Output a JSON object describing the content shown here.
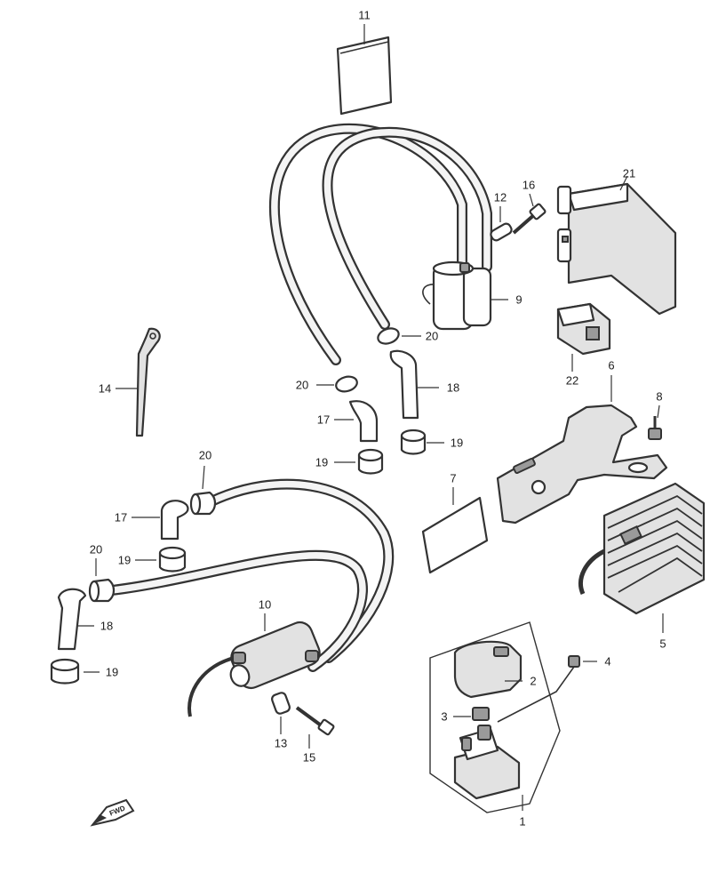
{
  "callouts": {
    "c1": "1",
    "c2": "2",
    "c3": "3",
    "c4": "4",
    "c5": "5",
    "c6": "6",
    "c7": "7",
    "c8": "8",
    "c9": "9",
    "c10": "10",
    "c11": "11",
    "c12": "12",
    "c13": "13",
    "c14": "14",
    "c15": "15",
    "c16": "16",
    "c17a": "17",
    "c17b": "17",
    "c18a": "18",
    "c18b": "18",
    "c19a": "19",
    "c19b": "19",
    "c19c": "19",
    "c19d": "19",
    "c20a": "20",
    "c20b": "20",
    "c20c": "20",
    "c20d": "20",
    "c21": "21",
    "c22": "22"
  },
  "direction_marker": {
    "icon": "front-arrow-icon",
    "label": "FWD"
  }
}
